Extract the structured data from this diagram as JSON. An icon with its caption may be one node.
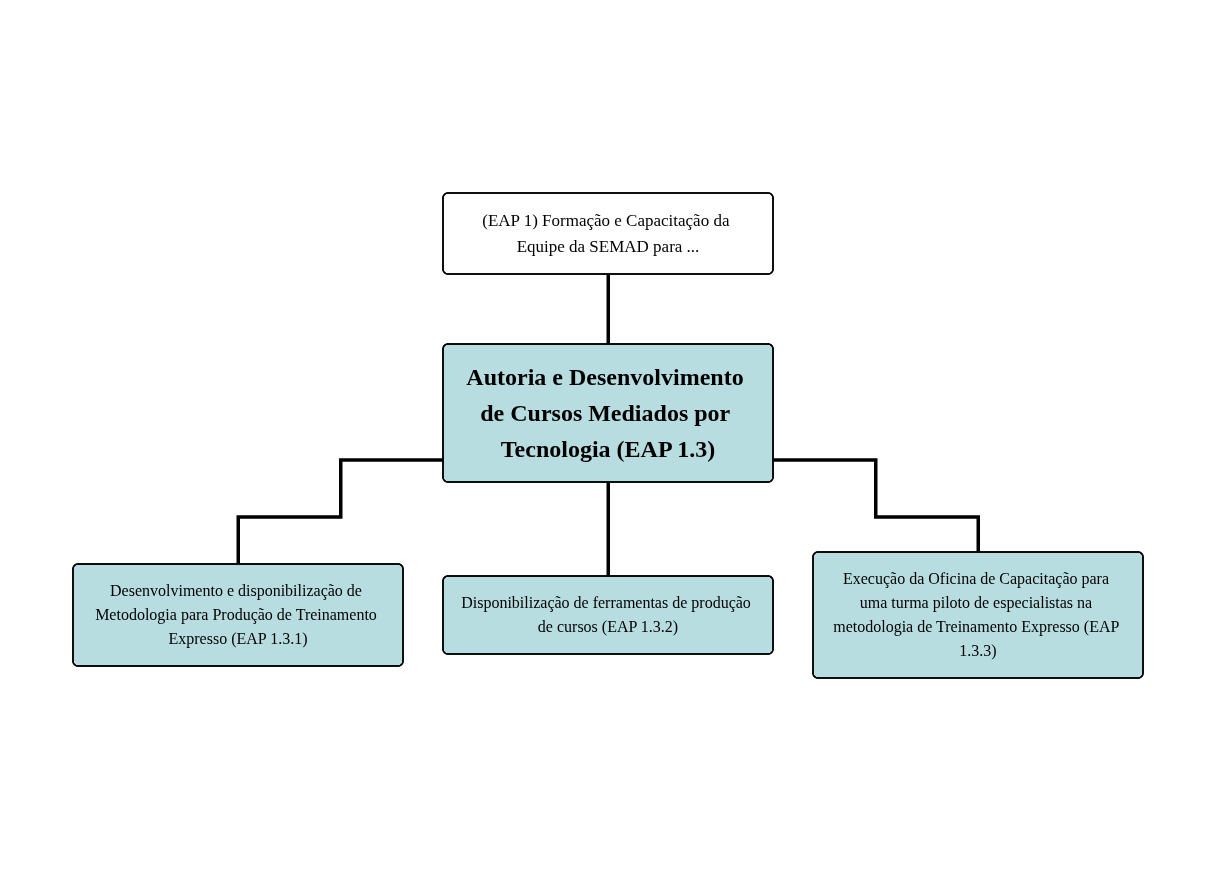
{
  "diagram": {
    "nodes": [
      {
        "text": [
          "(EAP 1) Formação e Capacitação da Equipe da SEMAD para ..."
        ]
      },
      {
        "text": [
          "Autoria e Desenvolvimento de Cursos Mediados por Tecnologia (EAP 1.3)"
        ]
      },
      {
        "text": [
          "Desenvolvimento e disponibilização de Metodologia para Produção de Treinamento Expresso (EAP 1.3.1)"
        ]
      },
      {
        "text": [
          "Disponibilização de ferramentas de produção de cursos (EAP 1.3.2)"
        ]
      },
      {
        "text": [
          "Execução da Oficina de Capacitação para uma turma piloto de especialistas na metodologia de Treinamento Expresso (EAP 1.3.3)"
        ]
      }
    ],
    "edges": [
      {
        "from": 0,
        "to": 1,
        "arrow": "none"
      },
      {
        "from": 1,
        "to": 2,
        "arrow": "none"
      },
      {
        "from": 1,
        "to": 3,
        "arrow": "none"
      },
      {
        "from": 1,
        "to": 4,
        "arrow": "none"
      }
    ]
  }
}
